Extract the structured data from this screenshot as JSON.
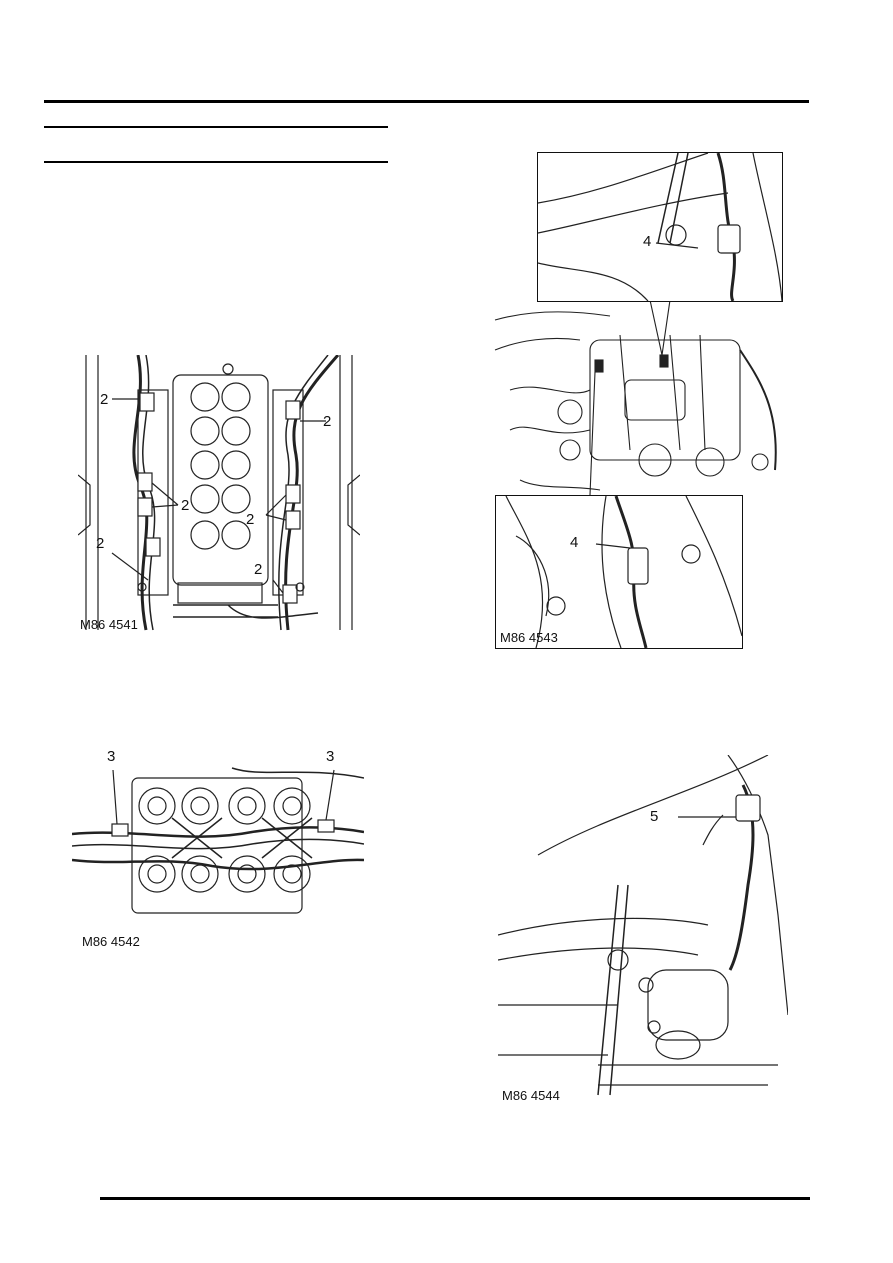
{
  "figures": {
    "fig1": {
      "caption": "M86 4541",
      "callouts": [
        "2",
        "2",
        "2",
        "2",
        "2",
        "2"
      ]
    },
    "fig2": {
      "caption": "M86 4542",
      "callouts": [
        "3",
        "3"
      ]
    },
    "fig3": {
      "caption": "M86 4543",
      "callouts": [
        "4",
        "4"
      ]
    },
    "fig4": {
      "caption": "M86 4544",
      "callouts": [
        "5"
      ]
    }
  }
}
